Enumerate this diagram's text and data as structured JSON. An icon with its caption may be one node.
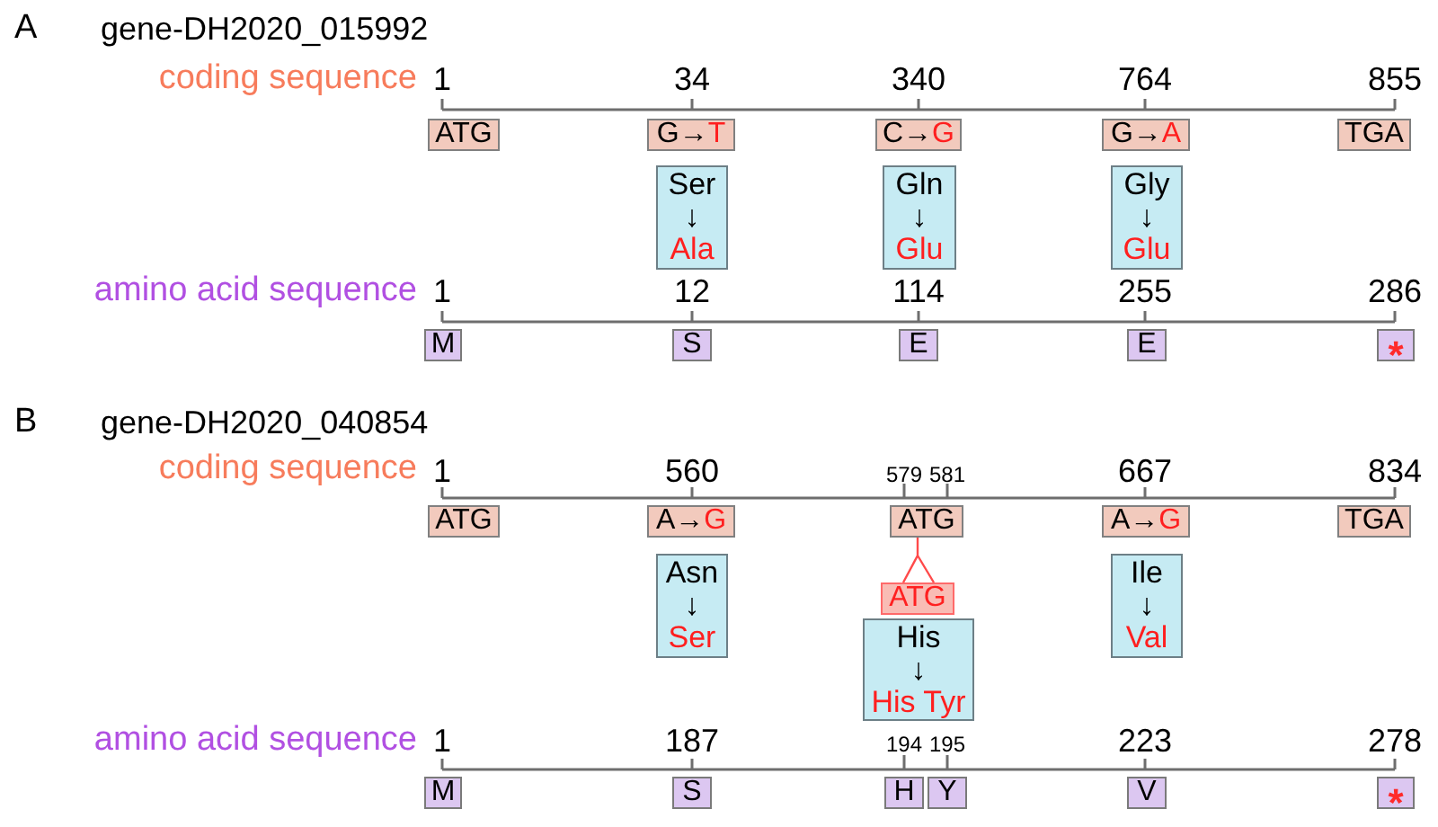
{
  "diagram": {
    "nodes": [
      {
        "text": [
          "ATG"
        ]
      },
      {
        "text": [
          "G→T"
        ]
      },
      {
        "text": [
          "C→G"
        ]
      },
      {
        "text": [
          "G→A"
        ]
      },
      {
        "text": [
          "TGA"
        ]
      },
      {
        "text": [
          "Ser",
          "↓",
          "Ala"
        ]
      },
      {
        "text": [
          "Gln",
          "↓",
          "Glu"
        ]
      },
      {
        "text": [
          "Gly",
          "↓",
          "Glu"
        ]
      },
      {
        "text": [
          "M"
        ]
      },
      {
        "text": [
          "S"
        ]
      },
      {
        "text": [
          "E"
        ]
      },
      {
        "text": [
          "E"
        ]
      },
      {
        "text": [
          "*"
        ]
      },
      {
        "text": [
          "ATG"
        ]
      },
      {
        "text": [
          "A→G"
        ]
      },
      {
        "text": [
          "ATG"
        ]
      },
      {
        "text": [
          "A→G"
        ]
      },
      {
        "text": [
          "TGA"
        ]
      },
      {
        "text": [
          "Asn",
          "↓",
          "Ser"
        ]
      },
      {
        "text": [
          "ATG"
        ]
      },
      {
        "text": [
          "His",
          "↓",
          "His Tyr"
        ]
      },
      {
        "text": [
          "Ile",
          "↓",
          "Val"
        ]
      },
      {
        "text": [
          "M"
        ]
      },
      {
        "text": [
          "S"
        ]
      },
      {
        "text": [
          "H"
        ]
      },
      {
        "text": [
          "Y"
        ]
      },
      {
        "text": [
          "V"
        ]
      },
      {
        "text": [
          "*"
        ]
      }
    ],
    "edges": [
      {
        "from": 15,
        "to": 19,
        "arrow": "none",
        "color": "#ff4a4a"
      }
    ],
    "labels": [
      "A",
      "gene-DH2020_015992",
      "coding sequence",
      "1",
      "34",
      "340",
      "764",
      "855",
      "amino acid sequence",
      "1",
      "12",
      "114",
      "255",
      "286",
      "B",
      "gene-DH2020_040854",
      "coding sequence",
      "1",
      "560",
      "579",
      "581",
      "667",
      "834",
      "amino acid sequence",
      "1",
      "187",
      "194",
      "195",
      "223",
      "278"
    ]
  }
}
